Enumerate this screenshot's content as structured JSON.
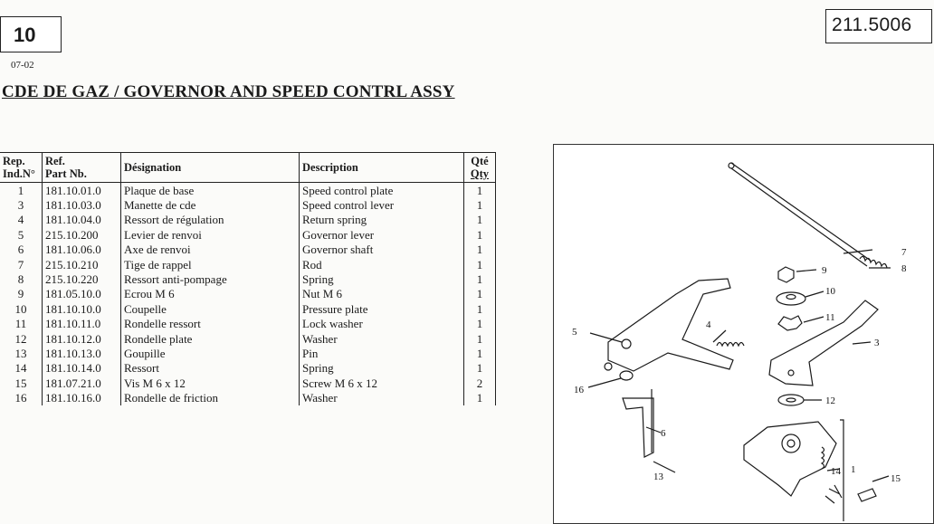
{
  "header": {
    "page_number": "10",
    "date_code": "07-02",
    "reference": "211.5006",
    "title": "CDE DE GAZ / GOVERNOR AND SPEED CONTRL ASSY"
  },
  "table": {
    "headers": {
      "rep_line1": "Rep.",
      "rep_line2": "Ind.N°",
      "ref_line1": "Ref.",
      "ref_line2": "Part Nb.",
      "designation": "Désignation",
      "description": "Description",
      "qty_line1": "Qté",
      "qty_line2": "Qty"
    },
    "rows": [
      {
        "rep": "1",
        "ref": "181.10.01.0",
        "designation": "Plaque de base",
        "description": "Speed control plate",
        "qty": "1"
      },
      {
        "rep": "3",
        "ref": "181.10.03.0",
        "designation": "Manette de cde",
        "description": "Speed control lever",
        "qty": "1"
      },
      {
        "rep": "4",
        "ref": "181.10.04.0",
        "designation": "Ressort de régulation",
        "description": "Return spring",
        "qty": "1"
      },
      {
        "rep": "5",
        "ref": "215.10.200",
        "designation": "Levier de renvoi",
        "description": "Governor lever",
        "qty": "1"
      },
      {
        "rep": "6",
        "ref": "181.10.06.0",
        "designation": "Axe de renvoi",
        "description": "Governor shaft",
        "qty": "1"
      },
      {
        "rep": "7",
        "ref": "215.10.210",
        "designation": "Tige de rappel",
        "description": "Rod",
        "qty": "1"
      },
      {
        "rep": "8",
        "ref": "215.10.220",
        "designation": "Ressort anti-pompage",
        "description": "Spring",
        "qty": "1"
      },
      {
        "rep": "9",
        "ref": "181.05.10.0",
        "designation": "Ecrou M 6",
        "description": "Nut M 6",
        "qty": "1"
      },
      {
        "rep": "10",
        "ref": "181.10.10.0",
        "designation": "Coupelle",
        "description": "Pressure plate",
        "qty": "1"
      },
      {
        "rep": "11",
        "ref": "181.10.11.0",
        "designation": "Rondelle ressort",
        "description": "Lock washer",
        "qty": "1"
      },
      {
        "rep": "12",
        "ref": "181.10.12.0",
        "designation": "Rondelle plate",
        "description": "Washer",
        "qty": "1"
      },
      {
        "rep": "13",
        "ref": "181.10.13.0",
        "designation": "Goupille",
        "description": "Pin",
        "qty": "1"
      },
      {
        "rep": "14",
        "ref": "181.10.14.0",
        "designation": "Ressort",
        "description": "Spring",
        "qty": "1"
      },
      {
        "rep": "15",
        "ref": "181.07.21.0",
        "designation": "Vis M 6 x 12",
        "description": "Screw M 6 x 12",
        "qty": "2"
      },
      {
        "rep": "16",
        "ref": "181.10.16.0",
        "designation": "Rondelle de friction",
        "description": "Washer",
        "qty": "1"
      }
    ]
  },
  "diagram": {
    "callouts": [
      "1",
      "3",
      "4",
      "5",
      "6",
      "7",
      "8",
      "9",
      "10",
      "11",
      "12",
      "13",
      "14",
      "15",
      "16"
    ]
  }
}
